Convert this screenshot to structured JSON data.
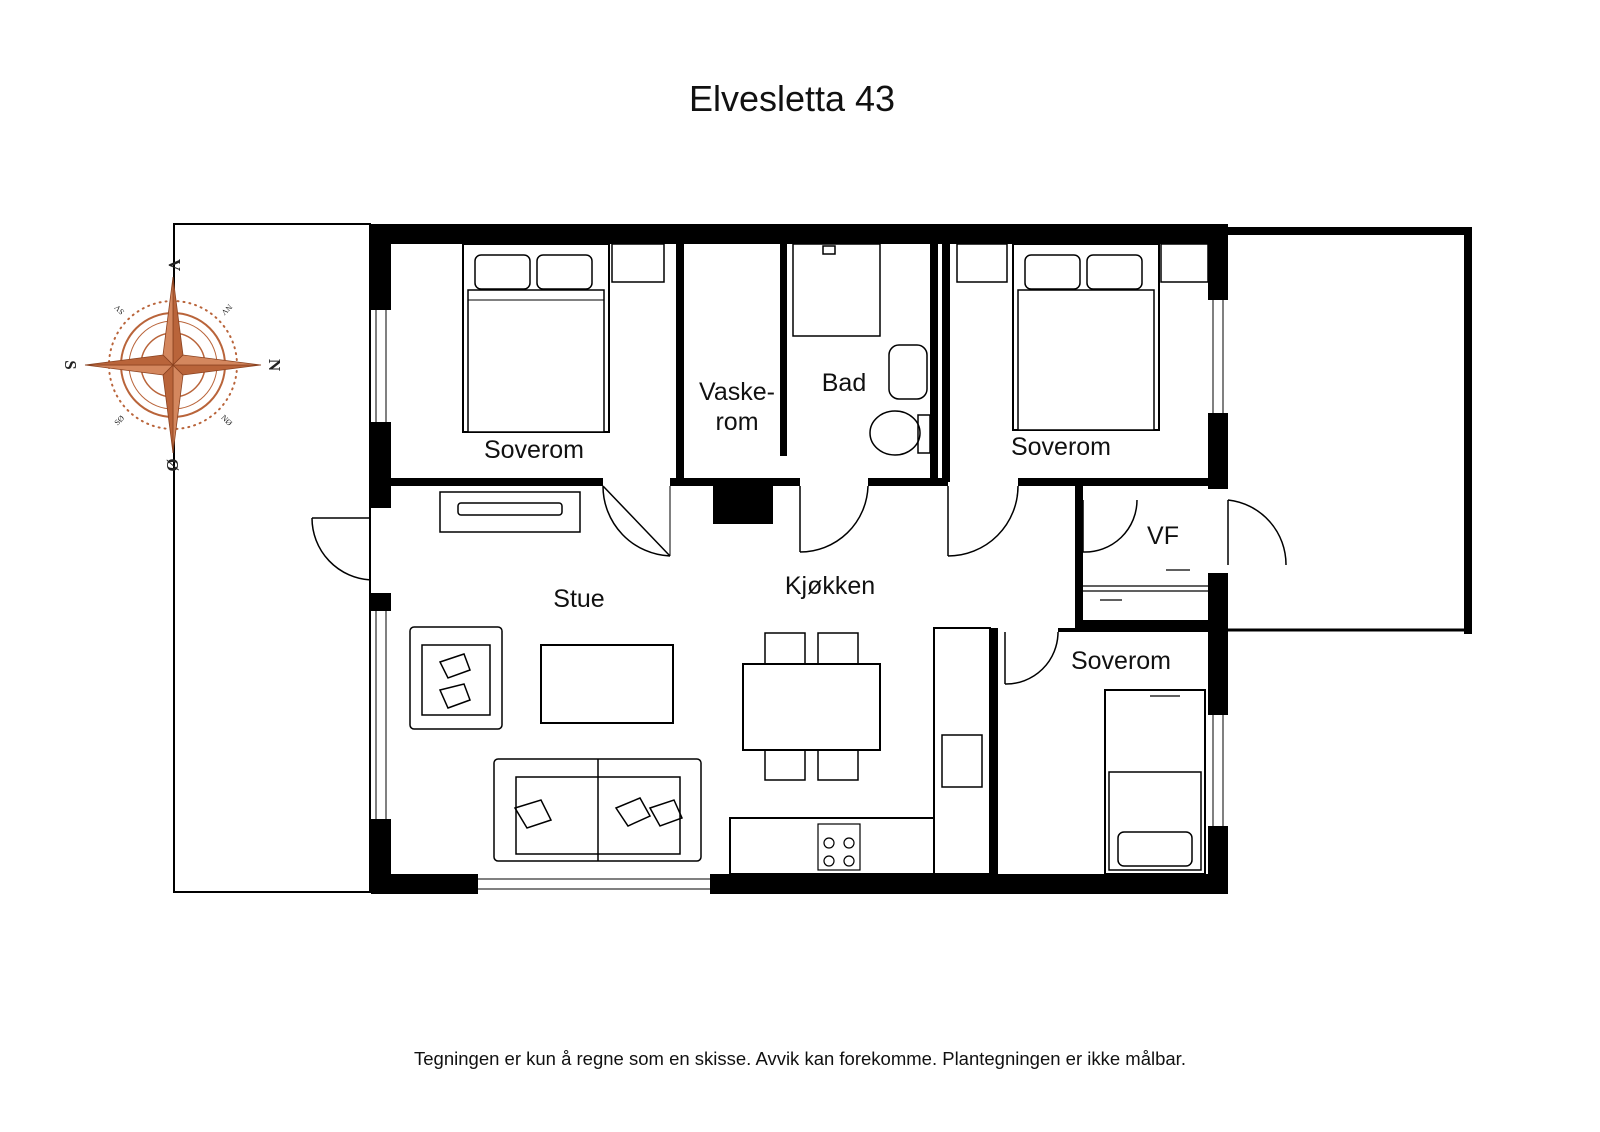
{
  "title": "Elvesletta 43",
  "disclaimer": "Tegningen er kun å regne som en skisse. Avvik kan forekomme. Plantegningen er ikke målbar.",
  "rooms": {
    "soverom_1": "Soverom",
    "soverom_2": "Soverom",
    "soverom_3": "Soverom",
    "vaskerom_line1": "Vaske-",
    "vaskerom_line2": "rom",
    "bad": "Bad",
    "stue": "Stue",
    "kjokken": "Kjøkken",
    "vf": "VF"
  },
  "compass": {
    "north": "N",
    "south": "S",
    "east": "Ø",
    "west": "V",
    "ne": "NØ",
    "nw": "NV",
    "se": "SØ",
    "sw": "SV",
    "accent_color": "#b9643a"
  }
}
